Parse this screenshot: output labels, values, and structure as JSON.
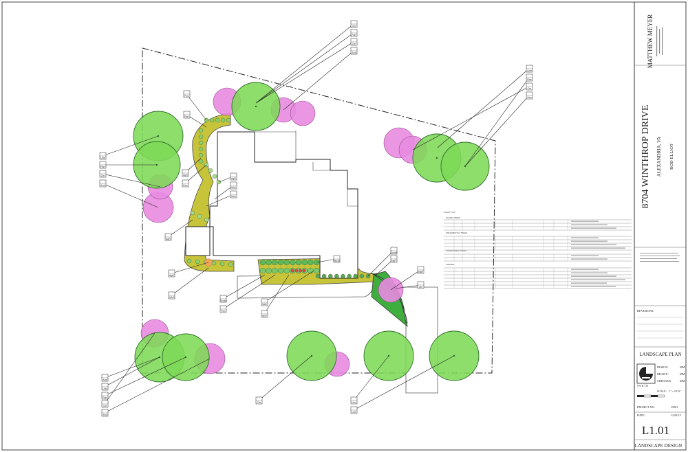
{
  "project": {
    "designer_name": "MATTHEW MEYER",
    "address": "8704 WINTHROP DRIVE",
    "city": "ALEXANDRIA, VA",
    "client": "ROD ELLIOT",
    "revisions_label": "REVISIONS:",
    "sheet_title": "LANDSCAPE PLAN",
    "design_label": "DESIGN:",
    "design_value": "MM",
    "drawn_label": "DRAWN:",
    "drawn_value": "MM",
    "checked_label": "CHECKED:",
    "checked_value": "MM",
    "north_label": "N O R T H",
    "scale_label": "SCALE:",
    "scale_value": "1\" = 10'-0\"",
    "project_no_label": "PROJECT NO:",
    "project_no_value": "15001",
    "date_label": "DATE:",
    "date_value": "12.08.15",
    "sheet_number": "L1.01",
    "footer": "LANDSCAPE DESIGN"
  },
  "schedule": {
    "title": "PLANT LIST",
    "sections": [
      "SHADE TREES",
      "ORNAMENTAL TREES",
      "EVERGREEN TREES",
      "SHRUBS"
    ]
  },
  "colors": {
    "tree_green": "#7ed957",
    "tree_pink": "#e88be0",
    "bed_yellow": "#c8c43a",
    "lawn_green": "#3fae3f",
    "accent_orange": "#f2a55a",
    "accent_red": "#e8434f"
  },
  "tags": [
    {
      "key": "Cer"
    },
    {
      "key": "Parr"
    },
    {
      "key": "Cer"
    },
    {
      "key": "Amt"
    },
    {
      "key": "PoC"
    },
    {
      "key": "Parr"
    },
    {
      "key": "Ulm"
    },
    {
      "key": "Parr"
    },
    {
      "key": "Cer"
    },
    {
      "key": "Amt"
    },
    {
      "key": "AgR"
    },
    {
      "key": "Parr"
    },
    {
      "key": "AgR"
    },
    {
      "key": "MW"
    },
    {
      "key": "MW"
    },
    {
      "key": "AgR"
    },
    {
      "key": "AgR"
    },
    {
      "key": "HAO"
    },
    {
      "key": "Sonsb"
    },
    {
      "key": "PoC"
    },
    {
      "key": "MW"
    },
    {
      "key": "NkR"
    },
    {
      "key": "HBGE"
    },
    {
      "key": "Sonsb"
    },
    {
      "key": "NkR"
    },
    {
      "key": "NkR"
    },
    {
      "key": "Lite"
    },
    {
      "key": "Amt"
    },
    {
      "key": "Parr"
    },
    {
      "key": "Cer"
    },
    {
      "key": "Ulm"
    },
    {
      "key": "Amt"
    },
    {
      "key": "Ulm"
    },
    {
      "key": "Parr"
    },
    {
      "key": "Cer"
    },
    {
      "key": "Amt"
    },
    {
      "key": "Cer"
    },
    {
      "key": "Ulm"
    },
    {
      "key": "Ulm"
    }
  ]
}
